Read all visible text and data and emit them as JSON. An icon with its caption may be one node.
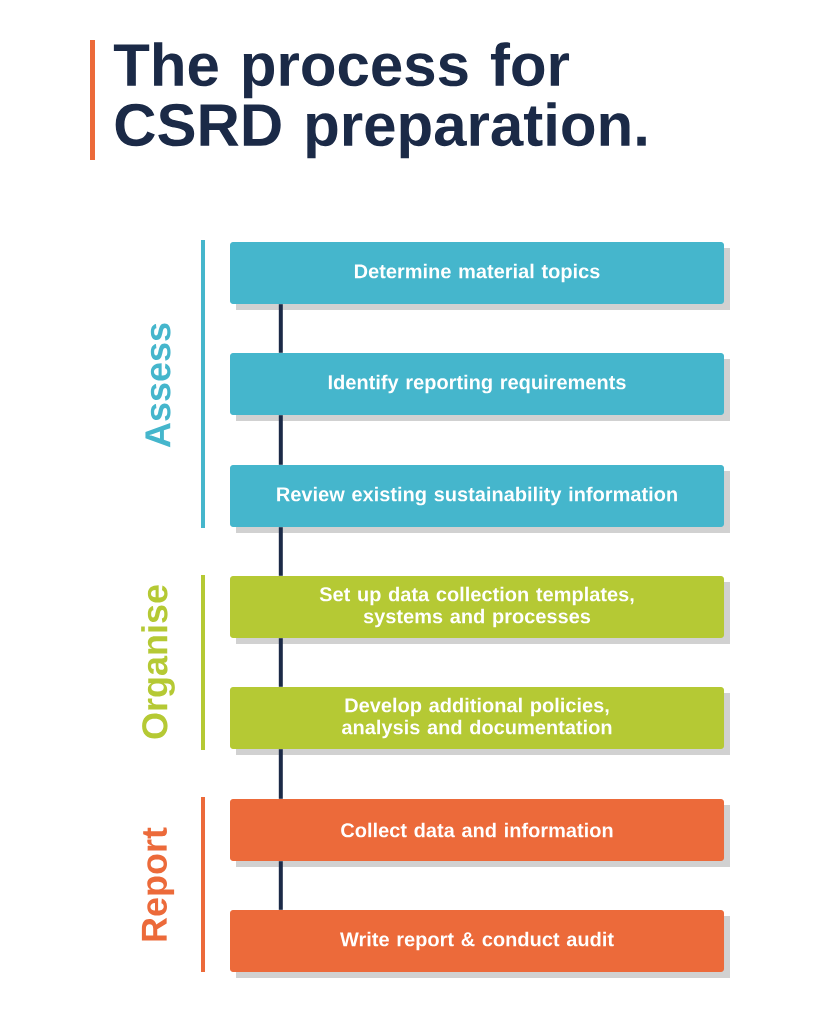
{
  "diagram": {
    "title": "The process for CSRD preparation.",
    "nodes": [
      {
        "text": [
          "Determine material topics"
        ]
      },
      {
        "text": [
          "Identify reporting requirements"
        ]
      },
      {
        "text": [
          "Review existing sustainability information"
        ]
      },
      {
        "text": [
          "Set up data collection templates, systems and processes"
        ]
      },
      {
        "text": [
          "Develop additional policies, analysis and documentation"
        ]
      },
      {
        "text": [
          "Collect data and information"
        ]
      },
      {
        "text": [
          "Write report & conduct audit"
        ]
      }
    ],
    "edges": [
      {
        "from": 0,
        "to": 1,
        "arrow": "none"
      },
      {
        "from": 1,
        "to": 2,
        "arrow": "none"
      },
      {
        "from": 2,
        "to": 3,
        "arrow": "none"
      },
      {
        "from": 3,
        "to": 4,
        "arrow": "none"
      },
      {
        "from": 4,
        "to": 5,
        "arrow": "none"
      },
      {
        "from": 5,
        "to": 6,
        "arrow": "none"
      }
    ],
    "labels": [
      "Assess",
      "Organise",
      "Report"
    ]
  }
}
